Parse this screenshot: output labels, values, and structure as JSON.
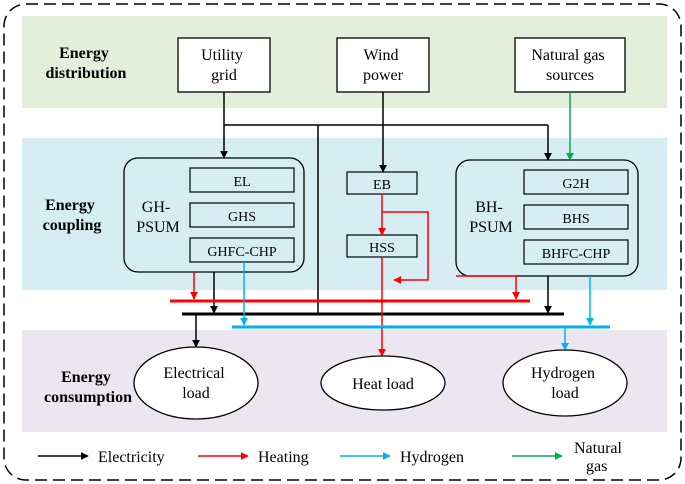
{
  "sections": {
    "distribution": {
      "line1": "Energy",
      "line2": "distribution"
    },
    "coupling": {
      "line1": "Energy",
      "line2": "coupling"
    },
    "consumption": {
      "line1": "Energy",
      "line2": "consumption"
    }
  },
  "sources": {
    "utility_grid": {
      "line1": "Utility",
      "line2": "grid"
    },
    "wind_power": {
      "line1": "Wind",
      "line2": "power"
    },
    "natural_gas": {
      "line1": "Natural gas",
      "line2": "sources"
    }
  },
  "gh_psum": {
    "title_line1": "GH-",
    "title_line2": "PSUM",
    "units": [
      "EL",
      "GHS",
      "GHFC-CHP"
    ]
  },
  "middle": {
    "eb": "EB",
    "hss": "HSS"
  },
  "bh_psum": {
    "title_line1": "BH-",
    "title_line2": "PSUM",
    "units": [
      "G2H",
      "BHS",
      "BHFC-CHP"
    ]
  },
  "loads": {
    "electrical": {
      "line1": "Electrical",
      "line2": "load"
    },
    "heat": {
      "line1": "Heat load"
    },
    "hydrogen": {
      "line1": "Hydrogen",
      "line2": "load"
    }
  },
  "legend": {
    "electricity": "Electricity",
    "heating": "Heating",
    "hydrogen": "Hydrogen",
    "gas_line1": "Natural",
    "gas_line2": "gas"
  },
  "colors": {
    "electricity": "#000000",
    "heating": "#ff0000",
    "hydrogen": "#00b0f0",
    "natural_gas": "#00b050",
    "distribution_bg": "#e2efda",
    "coupling_bg": "#d6eef3",
    "consumption_bg": "#ebe6f0"
  }
}
